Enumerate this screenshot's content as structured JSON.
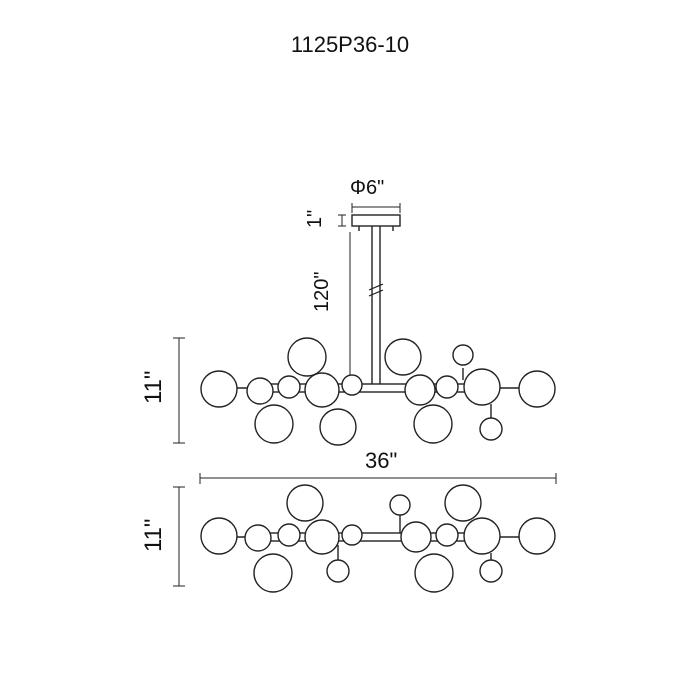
{
  "title": "1125P36-10",
  "dimensions": {
    "canopy_diameter": "Φ6\"",
    "canopy_height": "1\"",
    "rod_length": "120\"",
    "fixture_height_top": "11\"",
    "fixture_width": "36\"",
    "fixture_height_bottom": "11\""
  },
  "colors": {
    "line": "#222222",
    "globe_stroke": "#333333",
    "globe_fill": "#ffffff"
  }
}
